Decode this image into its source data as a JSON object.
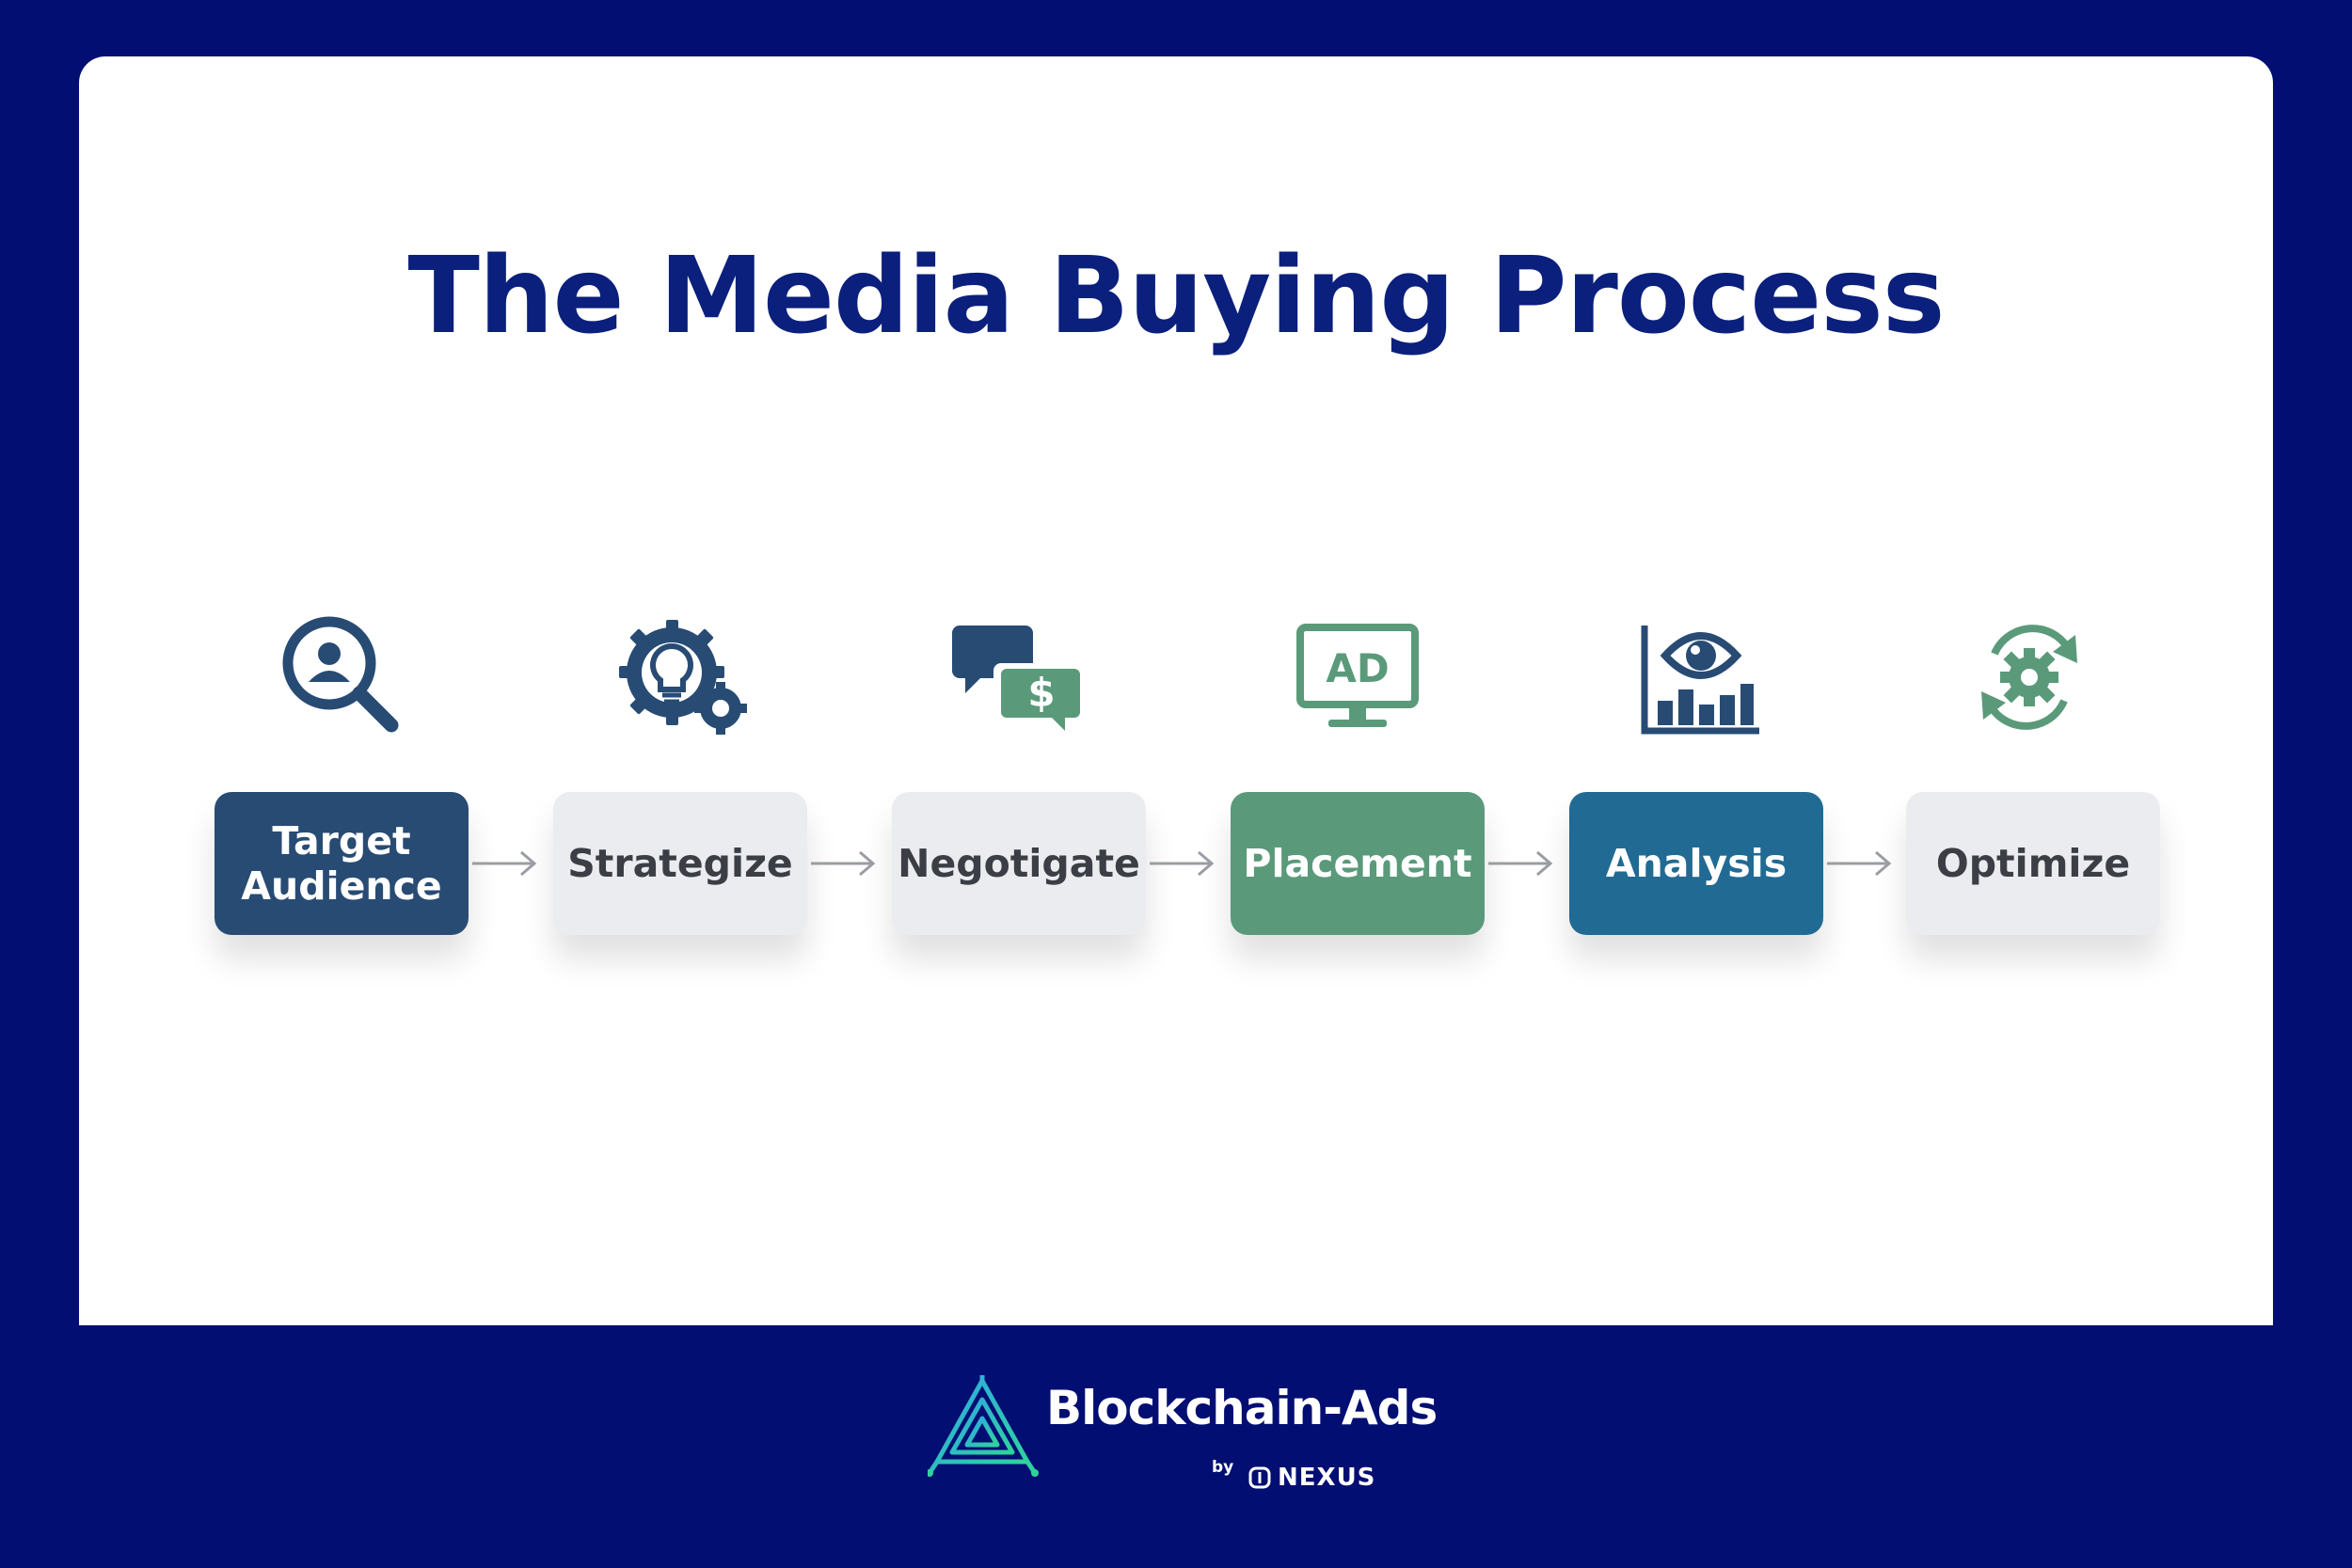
{
  "title": "The Media Buying Process",
  "steps": [
    {
      "label": "Target\nAudience",
      "icon": "person-search-icon",
      "color": "#284b74"
    },
    {
      "label": "Strategize",
      "icon": "lightbulb-gears-icon",
      "color": "#ebecef"
    },
    {
      "label": "Negotigate",
      "icon": "chat-dollar-icon",
      "color": "#ebecef"
    },
    {
      "label": "Placement",
      "icon": "ad-monitor-icon",
      "color": "#5a9a7a"
    },
    {
      "label": "Analysis",
      "icon": "eye-chart-icon",
      "color": "#216a93"
    },
    {
      "label": "Optimize",
      "icon": "refresh-gear-icon",
      "color": "#ebecef"
    }
  ],
  "icon_texts": {
    "dollar": "$",
    "ad": "AD"
  },
  "footer": {
    "brand": "Blockchain-Ads",
    "by": "by",
    "partner": "NEXUS"
  },
  "colors": {
    "background": "#020e72",
    "title": "#0b1f7c",
    "navy": "#284b74",
    "green": "#5a9a7a",
    "teal": "#216a93",
    "gray": "#ebecef"
  }
}
